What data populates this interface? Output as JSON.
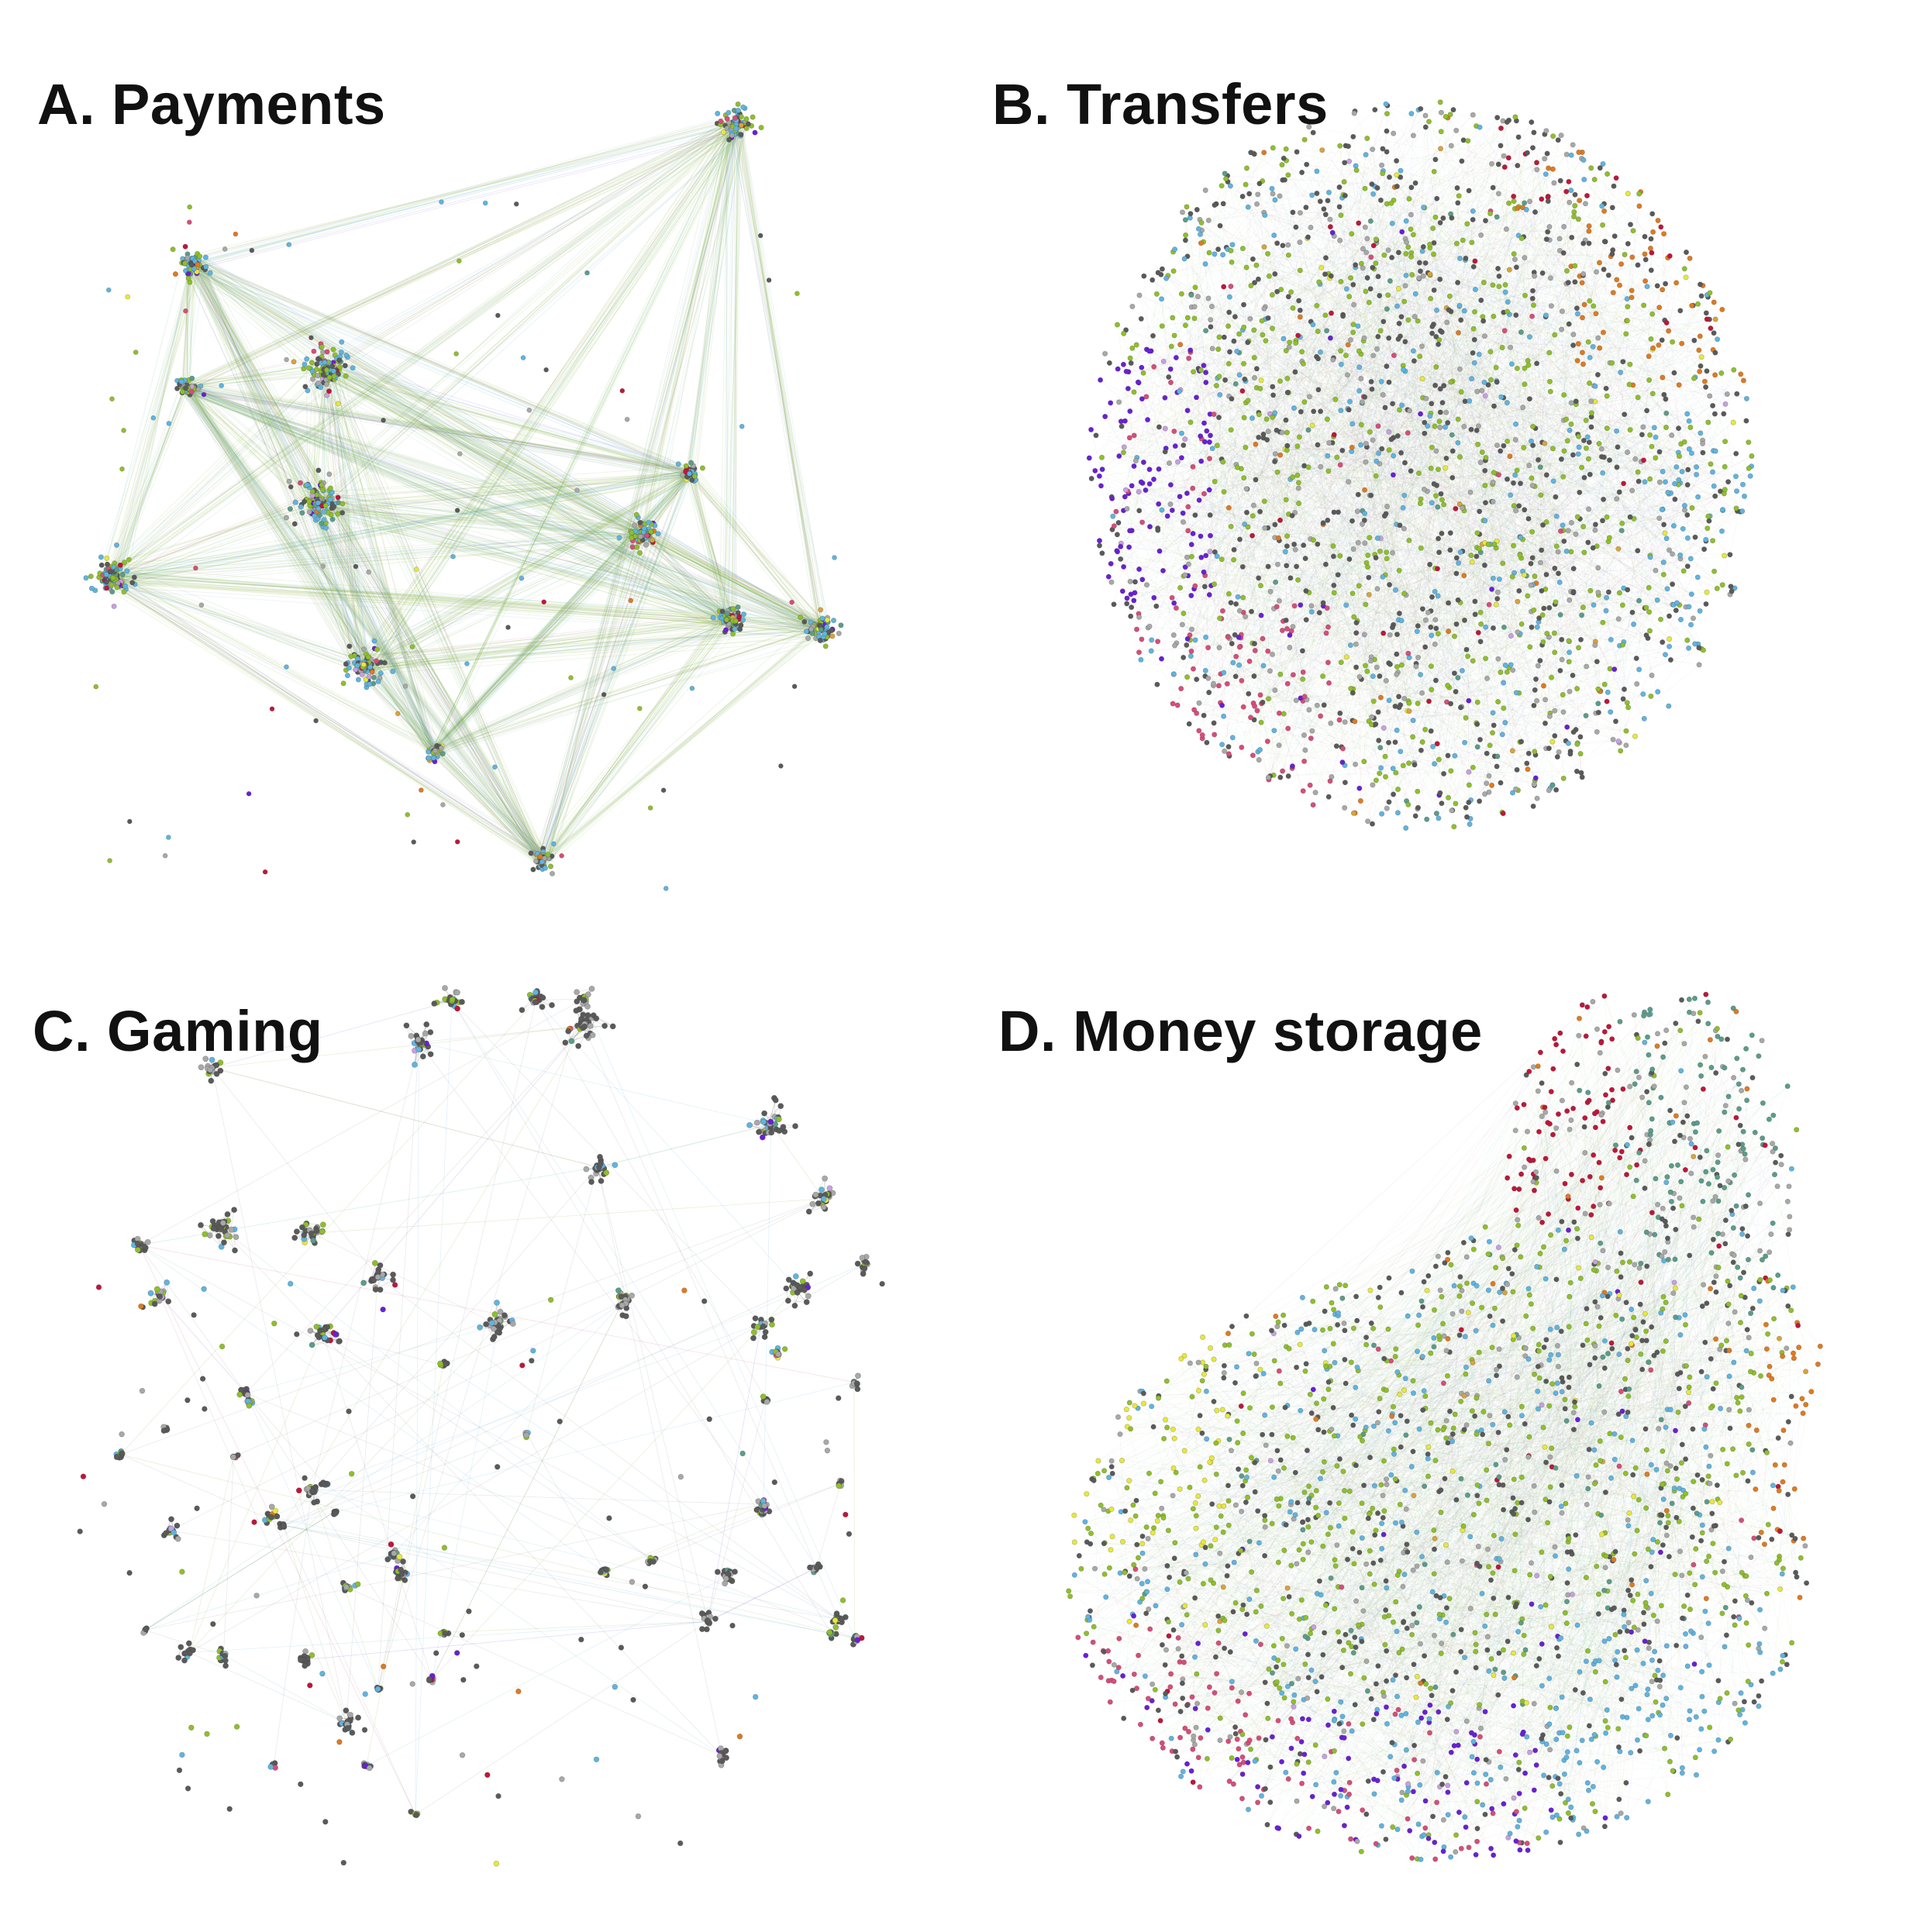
{
  "colors": {
    "node_palette": [
      "#5a5a5a",
      "#8fbf2a",
      "#5fb4e0",
      "#a8a8a8",
      "#5b9c8a",
      "#d9a33c",
      "#c0163a",
      "#e07a1f",
      "#6a1fd6",
      "#d94c7a",
      "#e8e83a",
      "#c8a0e0"
    ],
    "edge_palette": [
      "#7fae2a",
      "#5fb4e0",
      "#888888",
      "#c24b6e",
      "#6a3fd0",
      "#2fa38a"
    ]
  },
  "panels": [
    {
      "id": "payments",
      "title": "A. Payments"
    },
    {
      "id": "transfers",
      "title": "B. Transfers"
    },
    {
      "id": "gaming",
      "title": "C. Gaming"
    },
    {
      "id": "money-storage",
      "title": "D. Money storage"
    }
  ]
}
